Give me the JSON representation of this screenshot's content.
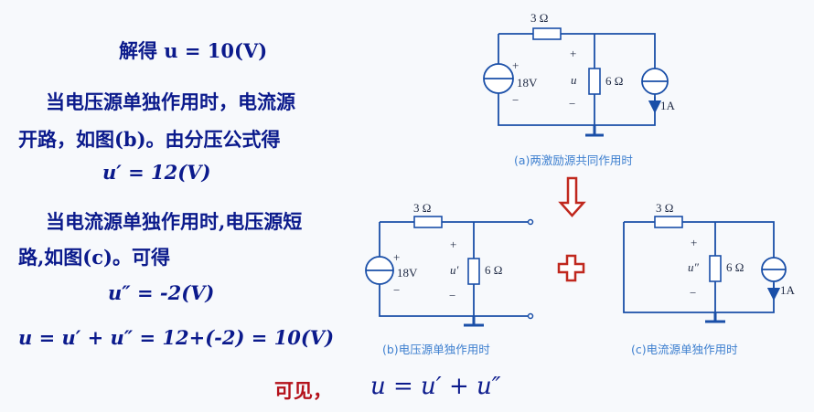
{
  "left_text": {
    "line1": "解得 u = 10(V)",
    "line2": "当电压源单独作用时，电流源",
    "line3": "开路，如图(b)。由分压公式得",
    "line4": "u′ = 12(V)",
    "line5": "当电流源单独作用时,电压源短",
    "line6": "路,如图(c)。可得",
    "line7": "u″ = -2(V)",
    "line8": "u = u′ + u″ = 12+(-2) = 10(V)"
  },
  "conclusion": {
    "prefix": "可见，",
    "formula": "u = u′ + u″"
  },
  "circuit_a": {
    "resistor_series": "3 Ω",
    "resistor_shunt": "6 Ω",
    "voltage_source": "18V",
    "current_source": "1A",
    "voltage_var": "u",
    "plus": "+",
    "minus": "−",
    "caption": "(a)两激励源共同作用时"
  },
  "circuit_b": {
    "resistor_series": "3 Ω",
    "resistor_shunt": "6 Ω",
    "voltage_source": "18V",
    "voltage_var": "u′",
    "plus": "+",
    "minus": "−",
    "caption": "(b)电压源单独作用时"
  },
  "circuit_c": {
    "resistor_series": "3 Ω",
    "resistor_shunt": "6 Ω",
    "current_source": "1A",
    "voltage_var": "u″",
    "plus": "+",
    "minus": "−",
    "caption": "(c)电流源单独作用时"
  },
  "colors": {
    "text": "#0b1a8c",
    "accent_red": "#b4121b",
    "wire": "#1a4fa8",
    "caption": "#3d7fcf"
  },
  "icons": {
    "arrow": "down-arrow-icon",
    "plus": "plus-icon"
  }
}
